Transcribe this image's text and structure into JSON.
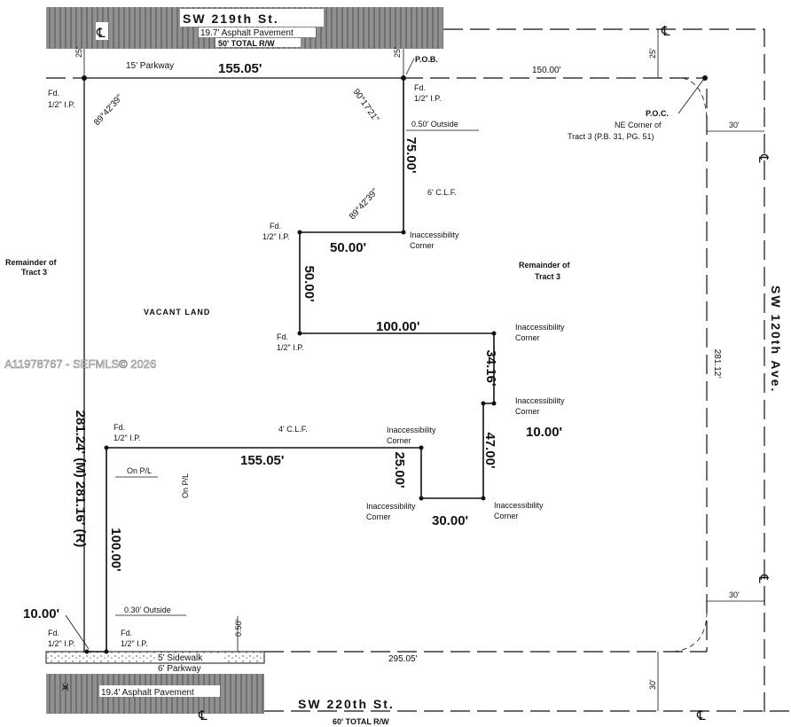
{
  "streets": {
    "north": {
      "name": "SW   219th   St.",
      "pavement": "19.7' Asphalt Pavement",
      "row": "50'  TOTAL  R/W",
      "parkway": "15' Parkway"
    },
    "south": {
      "name": "SW   220th   St.",
      "pavement": "19.4' Asphalt Pavement",
      "sidewalk": "5' Sidewalk",
      "parkway": "6' Parkway",
      "row": "60' TOTAL  R/W"
    },
    "east": {
      "name": "SW   120th   Ave."
    }
  },
  "centerline_symbol": "℄",
  "labels": {
    "pob": "P.O.B.",
    "poc": "P.O.C.",
    "poc_desc1": "NE Corner of",
    "poc_desc2": "Tract 3 (P.B. 31, PG. 51)",
    "vacant": "VACANT LAND",
    "remainder_left": [
      "Remainder of",
      "Tract 3"
    ],
    "remainder_right": [
      "Remainder of",
      "Tract 3"
    ],
    "fd": "Fd.",
    "ip": "1/2\" I.P.",
    "inacc1": "Inaccessibility",
    "inacc2": "Corner",
    "clf6": "6' C.L.F.",
    "clf4": "4' C.L.F.",
    "on_pl": "On P/L",
    "outside050": "0.50' Outside",
    "outside030": "0.30' Outside"
  },
  "dimensions": {
    "top": "155.05'",
    "top_east": "150.00'",
    "left": "281.24' (M) 281.16' (R)",
    "right": "281.12'",
    "bottom": "295.05'",
    "d75": "75.00'",
    "d50a": "50.00'",
    "d50b": "50.00'",
    "d100a": "100.00'",
    "d3416": "34.16'",
    "d10a": "10.00'",
    "d47": "47.00'",
    "d30": "30.00'",
    "d25": "25.00'",
    "d15505": "155.05'",
    "d100b": "100.00'",
    "d10b": "10.00'",
    "r25a": "25'",
    "r25b": "25'",
    "r25c": "25'",
    "r30a": "30'",
    "r30b": "30'",
    "r30c": "30'",
    "r30d": "30'",
    "r050": "0.50'"
  },
  "angles": {
    "a1": "89°42'39\"",
    "a2": "90°17'21\"",
    "a3": "89°42'39\""
  },
  "watermark": "A11978767 - SEFMLS© 2026"
}
